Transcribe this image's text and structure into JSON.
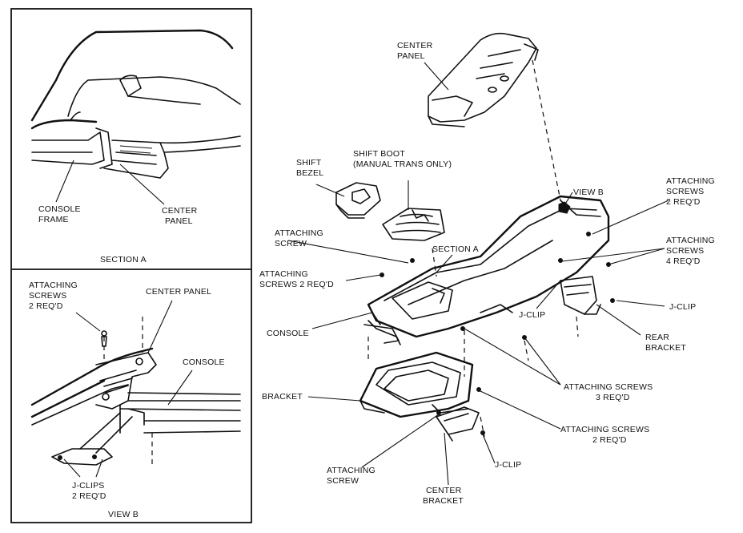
{
  "labels": {
    "section_a": {
      "console_frame_1": "CONSOLE",
      "console_frame_2": "FRAME",
      "center_panel_1": "CENTER",
      "center_panel_2": "PANEL",
      "caption": "SECTION A"
    },
    "view_b": {
      "screws_1": "ATTACHING",
      "screws_2": "SCREWS",
      "screws_3": "2 REQ'D",
      "center_panel": "CENTER PANEL",
      "console": "CONSOLE",
      "jclips_1": "J-CLIPS",
      "jclips_2": "2 REQ'D",
      "caption": "VIEW B"
    },
    "main": {
      "center_panel_1": "CENTER",
      "center_panel_2": "PANEL",
      "shift_bezel_1": "SHIFT",
      "shift_bezel_2": "BEZEL",
      "shift_boot_1": "SHIFT BOOT",
      "shift_boot_2": "(MANUAL TRANS ONLY)",
      "view_b": "VIEW B",
      "screws_top_right_1": "ATTACHING",
      "screws_top_right_2": "SCREWS",
      "screws_top_right_3": "2 REQ'D",
      "attaching_screw_1": "ATTACHING",
      "attaching_screw_2": "SCREW",
      "section_a": "SECTION A",
      "screws_4_1": "ATTACHING",
      "screws_4_2": "SCREWS",
      "screws_4_3": "4 REQ'D",
      "screws_left_1": "ATTACHING",
      "screws_left_2": "SCREWS 2 REQ'D",
      "jclip_mid": "J-CLIP",
      "jclip_right": "J-CLIP",
      "console": "CONSOLE",
      "rear_bracket_1": "REAR",
      "rear_bracket_2": "BRACKET",
      "bracket": "BRACKET",
      "screws_3_1": "ATTACHING SCREWS",
      "screws_3_2": "3 REQ'D",
      "screws_2b_1": "ATTACHING SCREWS",
      "screws_2b_2": "2 REQ'D",
      "attaching_screw_b_1": "ATTACHING",
      "attaching_screw_b_2": "SCREW",
      "jclip_bottom": "J-CLIP",
      "center_bracket_1": "CENTER",
      "center_bracket_2": "BRACKET"
    }
  }
}
